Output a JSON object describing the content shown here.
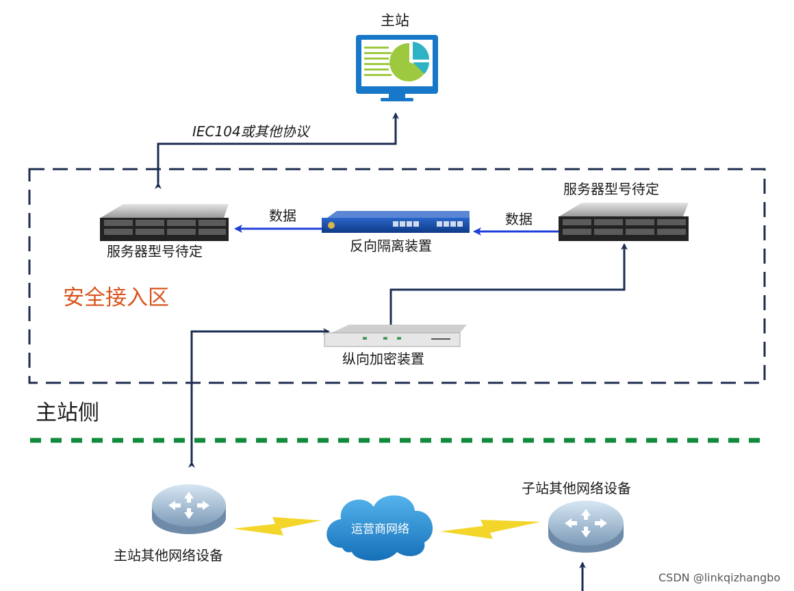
{
  "colors": {
    "arrow_dark": "#1a2c52",
    "arrow_blue": "#1d3fd6",
    "dash_navy": "#1d2b4f",
    "dash_green": "#118a3c",
    "zone_title": "#d9541e",
    "monitor": "#1778c9",
    "lightning": "#f4d62a",
    "cloud": "#1f86cf"
  },
  "nodes": {
    "master": {
      "label": "主站",
      "icon": "monitor-pie-chart-icon"
    },
    "server_left": {
      "label": "服务器型号待定",
      "icon": "rack-server-icon"
    },
    "server_right": {
      "label": "服务器型号待定",
      "icon": "rack-server-icon"
    },
    "isolation": {
      "label": "反向隔离装置",
      "icon": "network-appliance-icon"
    },
    "encryption": {
      "label": "纵向加密装置",
      "icon": "encryption-appliance-icon"
    },
    "router_left": {
      "label": "主站其他网络设备",
      "icon": "router-icon"
    },
    "router_right": {
      "label": "子站其他网络设备",
      "icon": "router-icon"
    },
    "cloud": {
      "label": "运营商网络",
      "icon": "cloud-icon"
    }
  },
  "edges": {
    "protocol": "IEC104或其他协议",
    "data_left": "数据",
    "data_right": "数据"
  },
  "zones": {
    "secure_access": "安全接入区",
    "master_side": "主站侧"
  },
  "watermark": "CSDN @linkqizhangbo"
}
